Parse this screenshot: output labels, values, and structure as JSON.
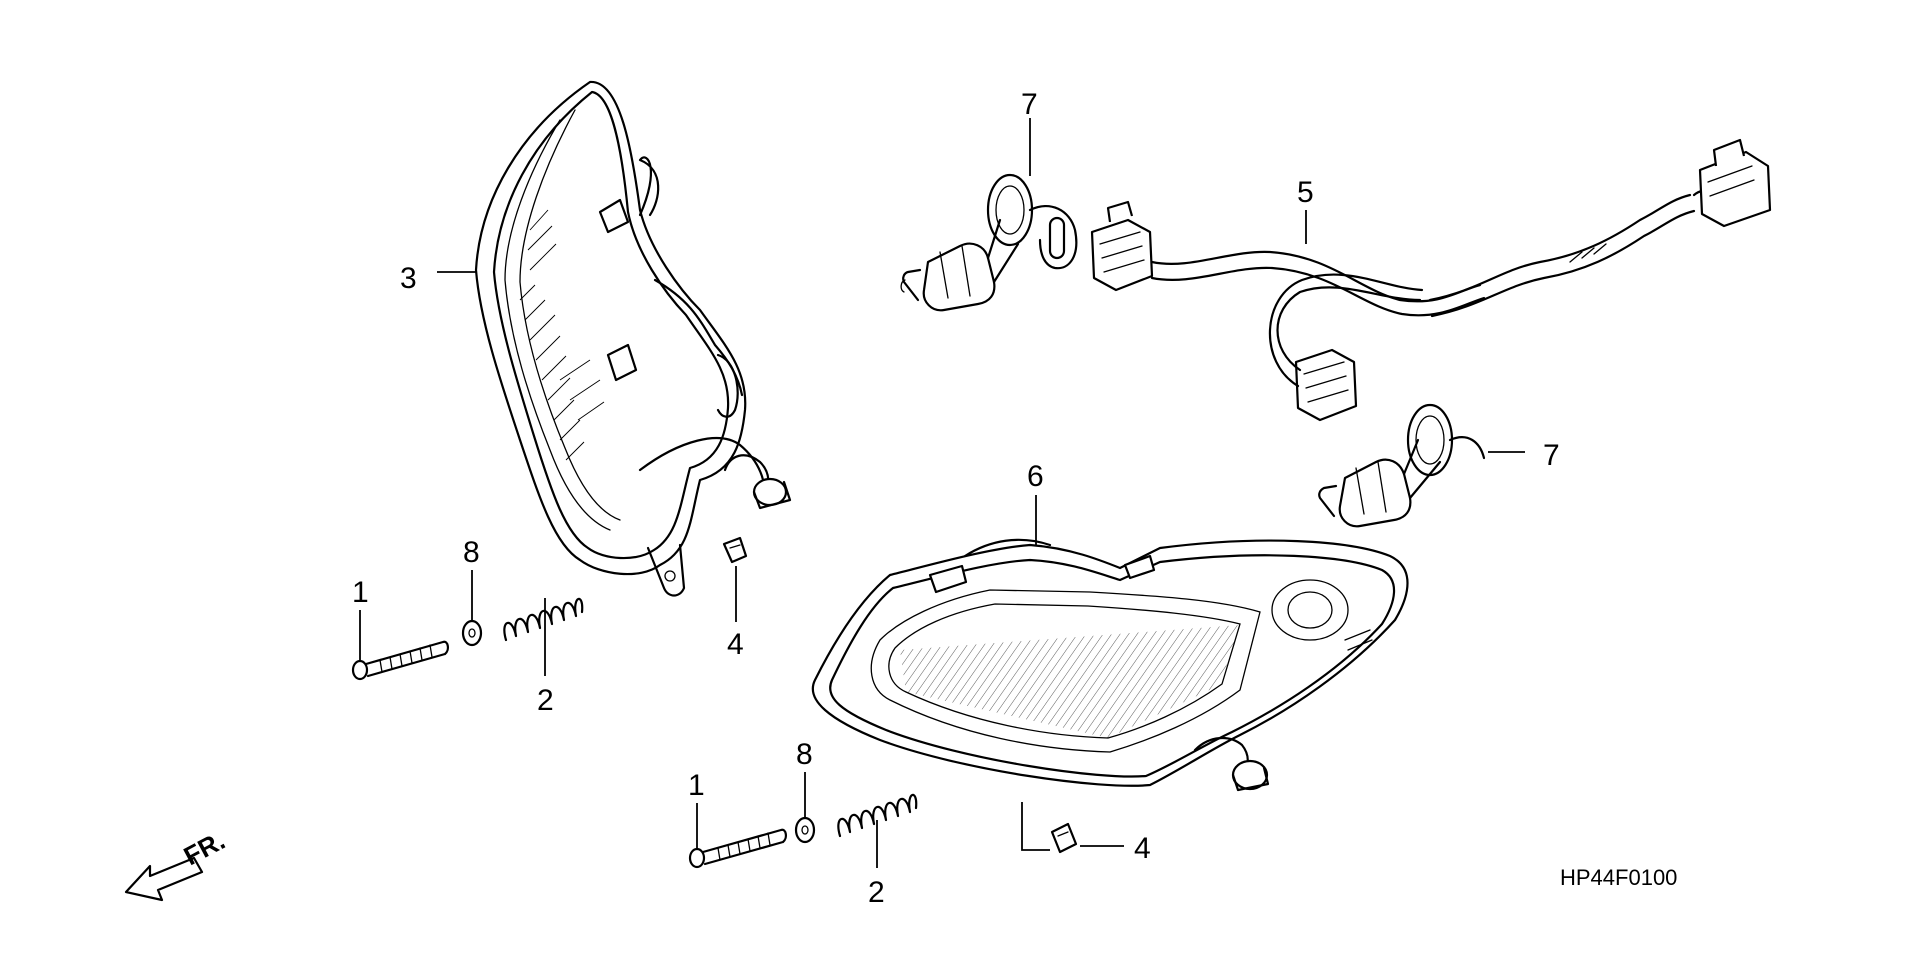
{
  "diagram": {
    "drawing_code": "HP44F0100",
    "front_indicator": "FR.",
    "callouts": [
      {
        "id": "c1a",
        "label": "1"
      },
      {
        "id": "c8a",
        "label": "8"
      },
      {
        "id": "c2a",
        "label": "2"
      },
      {
        "id": "c3",
        "label": "3"
      },
      {
        "id": "c4a",
        "label": "4"
      },
      {
        "id": "c7a",
        "label": "7"
      },
      {
        "id": "c5",
        "label": "5"
      },
      {
        "id": "c7b",
        "label": "7"
      },
      {
        "id": "c6",
        "label": "6"
      },
      {
        "id": "c8b",
        "label": "8"
      },
      {
        "id": "c1b",
        "label": "1"
      },
      {
        "id": "c2b",
        "label": "2"
      },
      {
        "id": "c4b",
        "label": "4"
      }
    ]
  }
}
